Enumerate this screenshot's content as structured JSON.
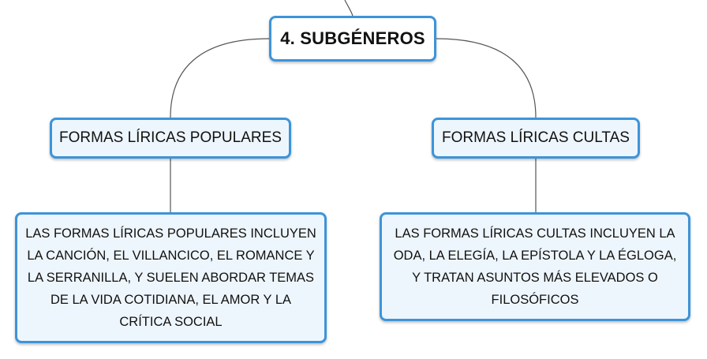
{
  "root": {
    "label": "4. SUBGÉNEROS"
  },
  "branches": [
    {
      "label": "FORMAS LÍRICAS POPULARES",
      "detail": "LAS FORMAS LÍRICAS POPULARES INCLUYEN LA CANCIÓN, EL VILLANCICO, EL ROMANCE Y LA SERRANILLA, Y SUELEN ABORDAR TEMAS DE LA VIDA COTIDIANA, EL AMOR Y LA CRÍTICA SOCIAL"
    },
    {
      "label": "FORMAS LÍRICAS CULTAS",
      "detail": "LAS FORMAS LÍRICAS CULTAS INCLUYEN LA ODA, LA ELEGÍA, LA EPÍSTOLA Y LA ÉGLOGA, Y TRATAN ASUNTOS MÁS ELEVADOS O FILOSÓFICOS"
    }
  ],
  "colors": {
    "node_border": "#3d94d9",
    "node_fill": "#eef6fd",
    "root_fill": "#ffffff",
    "connector": "#555555"
  }
}
